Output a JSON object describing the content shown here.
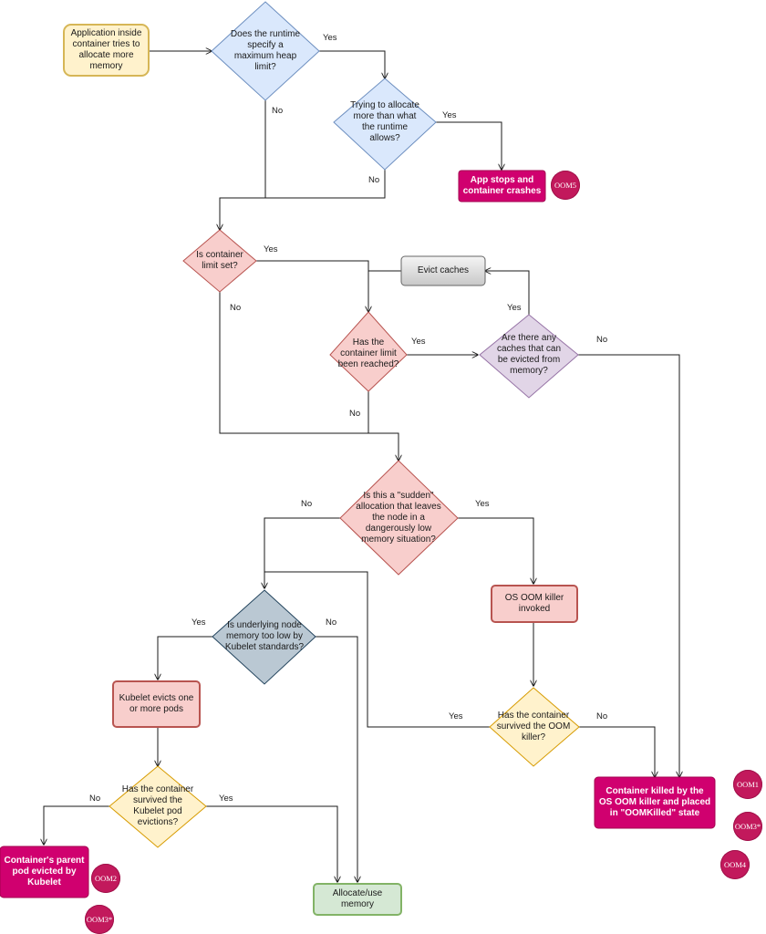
{
  "nodes": {
    "start": "Application inside container tries to allocate more memory",
    "heap_limit": "Does the runtime specify a maximum heap limit?",
    "over_runtime": "Trying to allocate more than what the runtime allows?",
    "app_crash": "App stops and container crashes",
    "limit_set": "Is container limit set?",
    "evict_caches": "Evict caches",
    "limit_reached": "Has the container limit been reached?",
    "caches_evictable": "Are there any caches that can be evicted from memory?",
    "sudden_alloc": "Is this a \"sudden\" allocation that leaves the node in a dangerously low memory situation?",
    "os_oom_invoked": "OS OOM killer invoked",
    "node_mem_low": "Is underlying node memory too low by Kubelet standards?",
    "kubelet_evicts": "Kubelet evicts one or more pods",
    "survived_oom": "Has the container survived the OOM killer?",
    "oom_killed": "Container killed by the OS OOM killer and placed in \"OOMKilled\" state",
    "survived_kubelet": "Has the container survived the Kubelet pod evictions?",
    "parent_evicted": "Container's parent pod evicted by Kubelet",
    "allocate": "Allocate/use memory"
  },
  "edge_labels": {
    "heap_yes": "Yes",
    "heap_no": "No",
    "runtime_yes": "Yes",
    "runtime_no": "No",
    "limitset_yes": "Yes",
    "limitset_no": "No",
    "reached_yes": "Yes",
    "reached_no": "No",
    "caches_yes": "Yes",
    "caches_no": "No",
    "sudden_no": "No",
    "sudden_yes": "Yes",
    "nodemem_yes": "Yes",
    "nodemem_no": "No",
    "survived_oom_yes": "Yes",
    "survived_oom_no": "No",
    "survived_kubelet_no": "No",
    "survived_kubelet_yes": "Yes"
  },
  "badges": {
    "oom5": "OOM5",
    "oom1": "OOM1",
    "oom3_right": "OOM3*",
    "oom4": "OOM4",
    "oom2": "OOM2",
    "oom3_left": "OOM3*"
  },
  "colors": {
    "start_fill": "#fff2cc",
    "start_stroke": "#d6b656",
    "blue_fill": "#dae8fc",
    "blue_stroke": "#6c8ebf",
    "red_fill": "#f8cecc",
    "red_stroke": "#b85450",
    "purple_fill": "#e1d5e7",
    "purple_stroke": "#9673a6",
    "slate_fill": "#bac8d3",
    "slate_stroke": "#23445d",
    "orange_fill": "#fff2cc",
    "orange_stroke": "#d79b00",
    "green_fill": "#d5e8d4",
    "green_stroke": "#82b366",
    "magenta": "#d0006f",
    "gray_fill": "#e6e6e6",
    "gray_stroke": "#666666"
  }
}
